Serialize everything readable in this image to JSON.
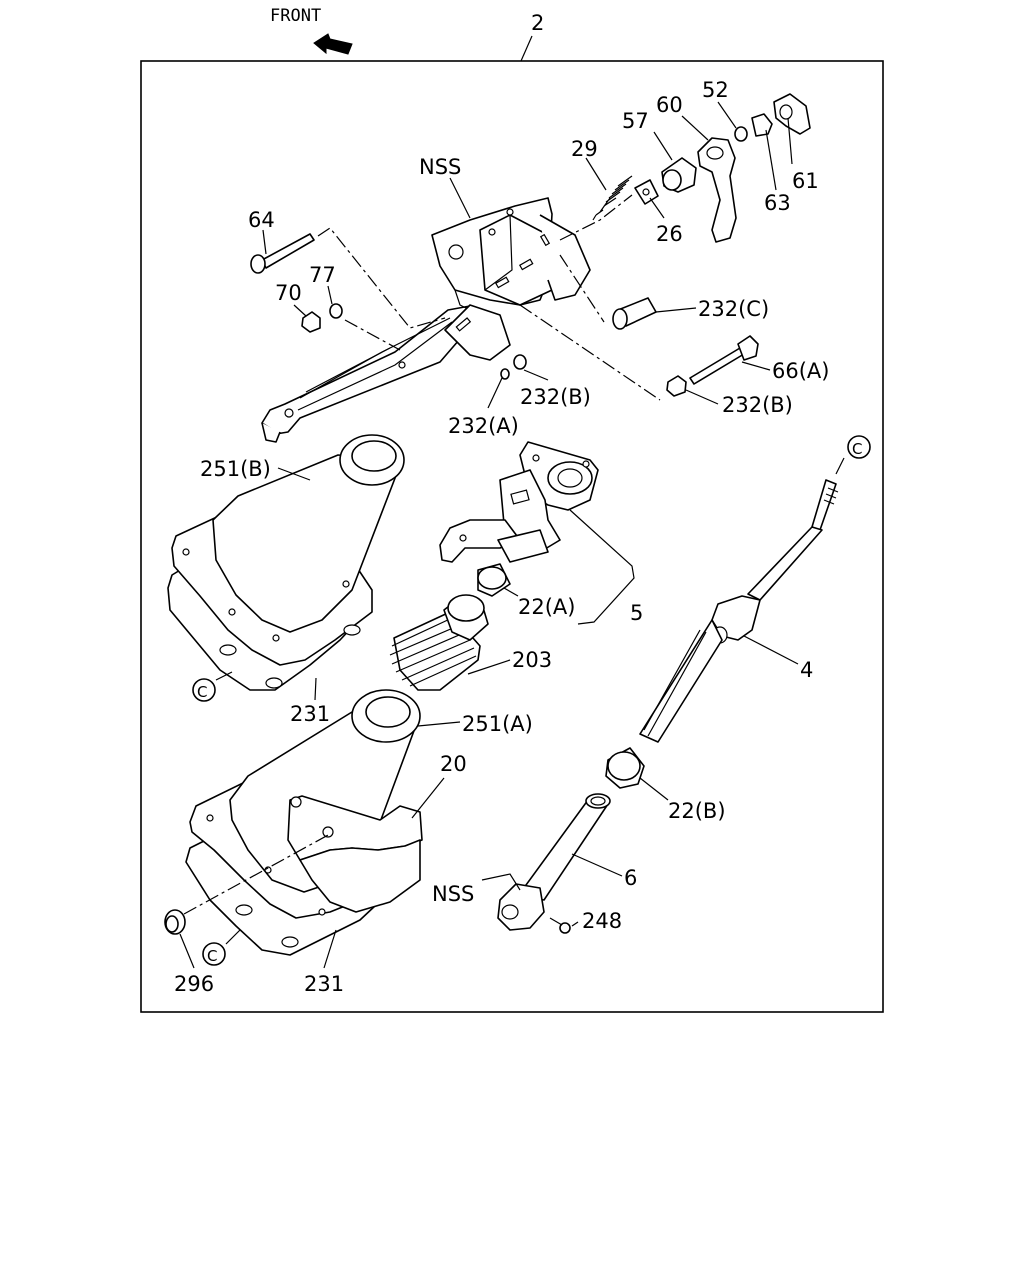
{
  "front_label": "FRONT",
  "assembly_number": "2",
  "references": {
    "ref_top_right": "C",
    "ref_left_mid": "C",
    "ref_bottom": "C"
  },
  "callouts": {
    "nss_top": "NSS",
    "p64": "64",
    "p70": "70",
    "p77": "77",
    "p29": "29",
    "p57": "57",
    "p60": "60",
    "p52": "52",
    "p61": "61",
    "p63": "63",
    "p26": "26",
    "p232c": "232(C)",
    "p66a": "66(A)",
    "p232b_right": "232(B)",
    "p232b_center": "232(B)",
    "p232a": "232(A)",
    "p251b": "251(B)",
    "p22a": "22(A)",
    "p5": "5",
    "p203": "203",
    "p4": "4",
    "p231_upper": "231",
    "p251a": "251(A)",
    "p20": "20",
    "p22b": "22(B)",
    "p6": "6",
    "nss_bottom": "NSS",
    "p248": "248",
    "p296": "296",
    "p231_lower": "231"
  }
}
